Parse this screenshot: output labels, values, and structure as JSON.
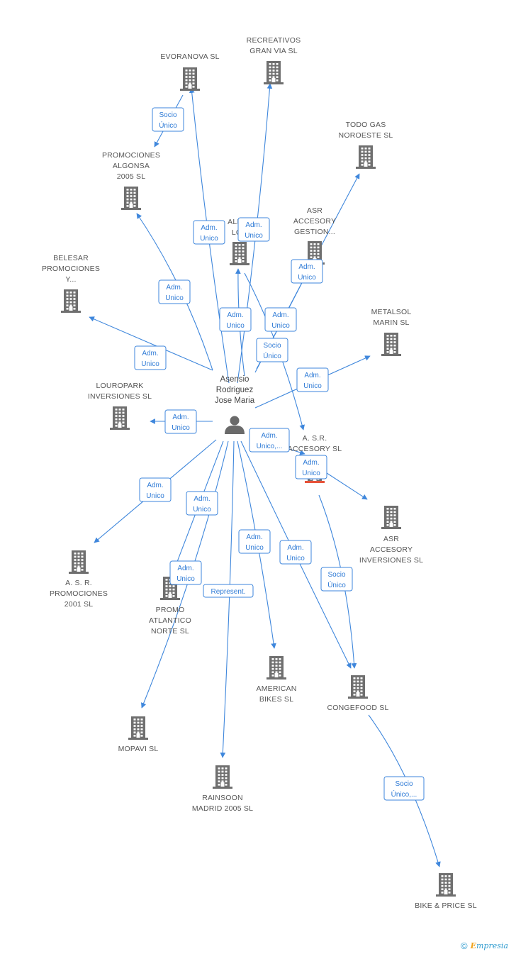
{
  "person": {
    "name_lines": [
      "Asensio",
      "Rodriguez",
      "Jose Maria"
    ]
  },
  "colors": {
    "edge": "#3f87dc",
    "building": "#6f6f6f",
    "highlight": "#e8533a",
    "label": "#555555"
  },
  "companies": [
    {
      "id": "evoranova",
      "lines": [
        "EVORANOVA SL"
      ]
    },
    {
      "id": "recreativos",
      "lines": [
        "RECREATIVOS",
        "GRAN VIA SL"
      ]
    },
    {
      "id": "todogas",
      "lines": [
        "TODO GAS",
        "NOROESTE SL"
      ]
    },
    {
      "id": "algonsa",
      "lines": [
        "PROMOCIONES",
        "ALGONSA",
        "2005 SL"
      ]
    },
    {
      "id": "albal",
      "lines": [
        "ALBAL",
        "LOR"
      ]
    },
    {
      "id": "asrgestion",
      "lines": [
        "ASR",
        "ACCESORY",
        "GESTION..."
      ]
    },
    {
      "id": "belesar",
      "lines": [
        "BELESAR",
        "PROMOCIONES",
        "Y..."
      ]
    },
    {
      "id": "metalsol",
      "lines": [
        "METALSOL",
        "MARIN SL"
      ]
    },
    {
      "id": "louropark",
      "lines": [
        "LOUROPARK",
        "INVERSIONES SL"
      ]
    },
    {
      "id": "asraccesory",
      "lines": [
        "A. S.R.",
        "ACCESORY SL"
      ]
    },
    {
      "id": "asrinversiones",
      "lines": [
        "ASR",
        "ACCESORY",
        "INVERSIONES SL"
      ]
    },
    {
      "id": "asrpromociones",
      "lines": [
        "A. S. R.",
        "PROMOCIONES",
        "2001 SL"
      ]
    },
    {
      "id": "promoatlantico",
      "lines": [
        "PROMO",
        "ATLANTICO",
        "NORTE SL"
      ]
    },
    {
      "id": "american",
      "lines": [
        "AMERICAN",
        "BIKES SL"
      ]
    },
    {
      "id": "congefood",
      "lines": [
        "CONGEFOOD SL"
      ]
    },
    {
      "id": "mopavi",
      "lines": [
        "MOPAVI SL"
      ]
    },
    {
      "id": "rainsoon",
      "lines": [
        "RAINSOON",
        "MADRID 2005 SL"
      ]
    },
    {
      "id": "bikeprice",
      "lines": [
        "BIKE & PRICE SL"
      ]
    }
  ],
  "relations": [
    {
      "id": "r-evoranova",
      "lines": [
        "Adm.",
        "Unico"
      ]
    },
    {
      "id": "r-recreativos",
      "lines": [
        "Adm.",
        "Unico"
      ]
    },
    {
      "id": "r-evo-algonsa",
      "lines": [
        "Socio",
        "Único"
      ]
    },
    {
      "id": "r-algonsa",
      "lines": [
        "Adm.",
        "Unico"
      ]
    },
    {
      "id": "r-todogas",
      "lines": [
        "Adm.",
        "Unico"
      ]
    },
    {
      "id": "r-albal",
      "lines": [
        "Adm.",
        "Unico"
      ]
    },
    {
      "id": "r-asrgestion",
      "lines": [
        "Adm.",
        "Unico"
      ]
    },
    {
      "id": "r-socio-asr",
      "lines": [
        "Socio",
        "Único"
      ]
    },
    {
      "id": "r-belesar",
      "lines": [
        "Adm.",
        "Unico"
      ]
    },
    {
      "id": "r-metalsol",
      "lines": [
        "Adm.",
        "Unico"
      ]
    },
    {
      "id": "r-louropark",
      "lines": [
        "Adm.",
        "Unico"
      ]
    },
    {
      "id": "r-asraccesory",
      "lines": [
        "Adm.",
        "Unico,..."
      ]
    },
    {
      "id": "r-asrinversiones",
      "lines": [
        "Adm.",
        "Unico"
      ]
    },
    {
      "id": "r-asrpromociones",
      "lines": [
        "Adm.",
        "Unico"
      ]
    },
    {
      "id": "r-promoatlantico",
      "lines": [
        "Adm.",
        "Unico"
      ]
    },
    {
      "id": "r-mopavi",
      "lines": [
        "Adm.",
        "Unico"
      ]
    },
    {
      "id": "r-american",
      "lines": [
        "Adm.",
        "Unico"
      ]
    },
    {
      "id": "r-congefood",
      "lines": [
        "Adm.",
        "Unico"
      ]
    },
    {
      "id": "r-rainsoon",
      "lines": [
        "Represent."
      ]
    },
    {
      "id": "r-asr-congefood",
      "lines": [
        "Socio",
        "Único"
      ]
    },
    {
      "id": "r-congefood-bike",
      "lines": [
        "Socio",
        "Único,..."
      ]
    }
  ],
  "footer": {
    "copyright": "©",
    "brand_first": "E",
    "brand_rest": "mpresia"
  }
}
